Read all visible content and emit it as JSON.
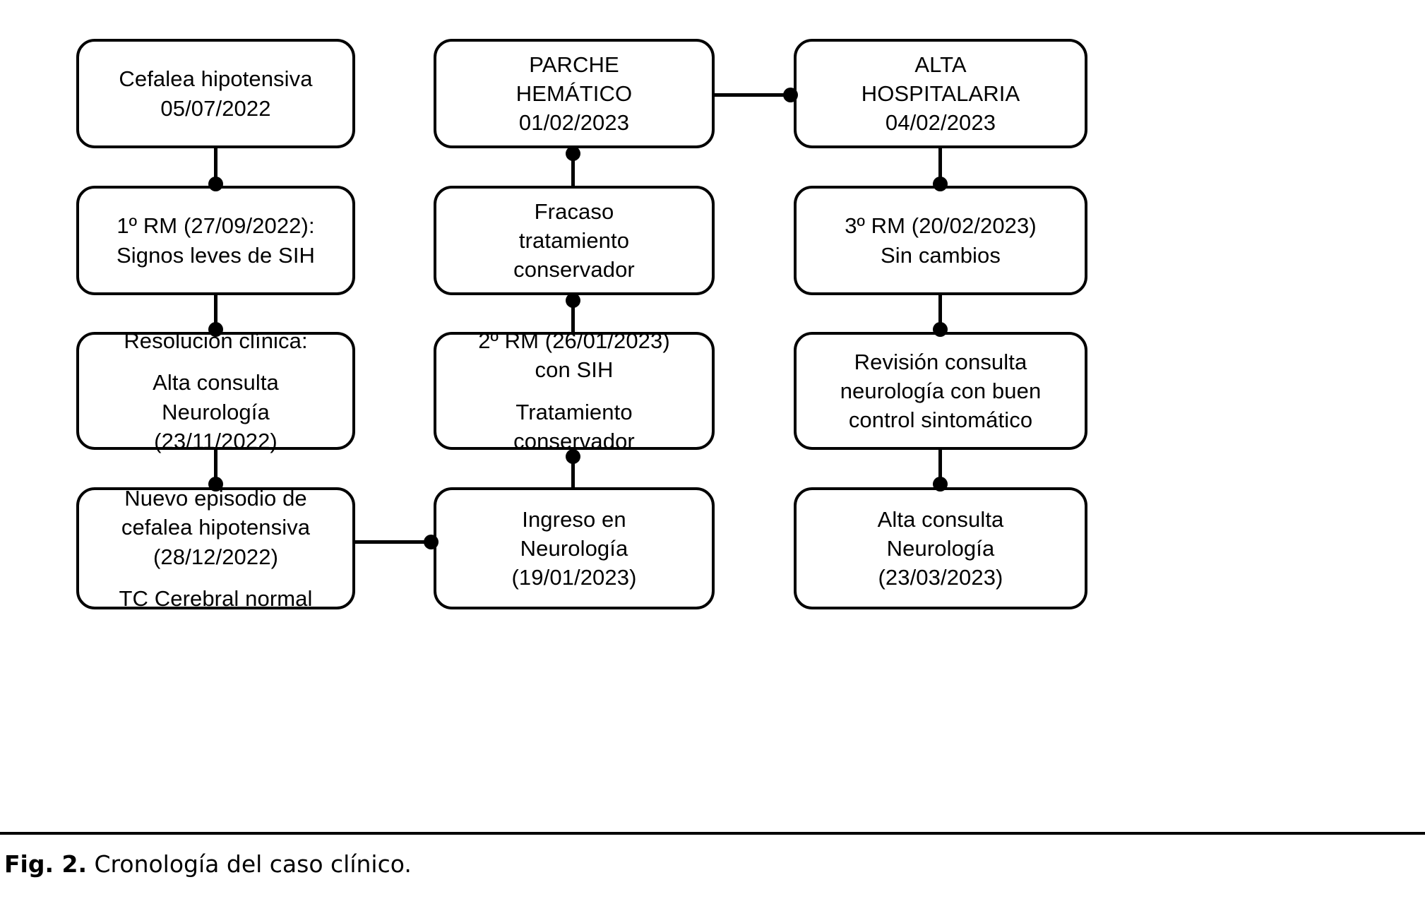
{
  "figure": {
    "caption_label": "Fig. 2.",
    "caption_text": "Cronología del caso clínico.",
    "stroke_color": "#000000",
    "background_color": "#ffffff"
  },
  "diagram": {
    "type": "flowchart",
    "orientation": "three-column timeline, column 1 top-to-bottom, column 2 bottom-to-top, column 3 top-to-bottom",
    "columns": [
      {
        "name": "column-1",
        "nodes": [
          {
            "id": "n1",
            "paragraphs": [
              "Cefalea hipotensiva\n05/07/2022"
            ]
          },
          {
            "id": "n2",
            "paragraphs": [
              "1º RM (27/09/2022):\nSignos leves de SIH"
            ]
          },
          {
            "id": "n3",
            "paragraphs": [
              "Resolución clínica:",
              "Alta consulta\nNeurología\n(23/11/2022)"
            ]
          },
          {
            "id": "n4",
            "paragraphs": [
              "Nuevo episodio de\ncefalea hipotensiva\n(28/12/2022)",
              "TC Cerebral normal"
            ]
          }
        ]
      },
      {
        "name": "column-2",
        "nodes": [
          {
            "id": "n5",
            "paragraphs": [
              "PARCHE\nHEMÁTICO\n01/02/2023"
            ]
          },
          {
            "id": "n6",
            "paragraphs": [
              "Fracaso\ntratamiento\nconservador"
            ]
          },
          {
            "id": "n7",
            "paragraphs": [
              "2º RM (26/01/2023)\ncon SIH",
              "Tratamiento\nconservador"
            ]
          },
          {
            "id": "n8",
            "paragraphs": [
              "Ingreso en\nNeurología\n(19/01/2023)"
            ]
          }
        ]
      },
      {
        "name": "column-3",
        "nodes": [
          {
            "id": "n9",
            "paragraphs": [
              "ALTA\nHOSPITALARIA\n04/02/2023"
            ]
          },
          {
            "id": "n10",
            "paragraphs": [
              "3º RM (20/02/2023)\nSin cambios"
            ]
          },
          {
            "id": "n11",
            "paragraphs": [
              "Revisión consulta\nneurología con buen\ncontrol sintomático"
            ]
          },
          {
            "id": "n12",
            "paragraphs": [
              "Alta consulta\nNeurología\n(23/03/2023)"
            ]
          }
        ]
      }
    ],
    "edges": [
      {
        "from": "n1",
        "to": "n2",
        "direction": "down"
      },
      {
        "from": "n2",
        "to": "n3",
        "direction": "down"
      },
      {
        "from": "n3",
        "to": "n4",
        "direction": "down"
      },
      {
        "from": "n4",
        "to": "n8",
        "direction": "right"
      },
      {
        "from": "n8",
        "to": "n7",
        "direction": "up"
      },
      {
        "from": "n7",
        "to": "n6",
        "direction": "up"
      },
      {
        "from": "n6",
        "to": "n5",
        "direction": "up"
      },
      {
        "from": "n5",
        "to": "n9",
        "direction": "right"
      },
      {
        "from": "n9",
        "to": "n10",
        "direction": "down"
      },
      {
        "from": "n10",
        "to": "n11",
        "direction": "down"
      },
      {
        "from": "n11",
        "to": "n12",
        "direction": "down"
      }
    ]
  }
}
